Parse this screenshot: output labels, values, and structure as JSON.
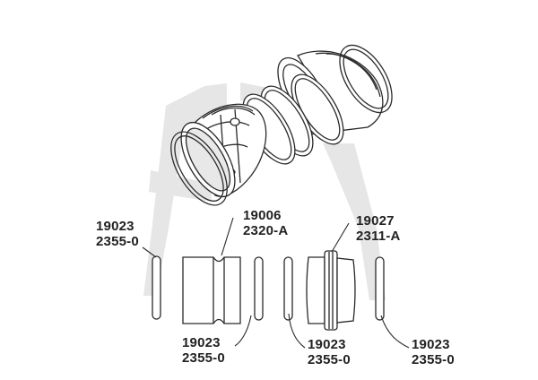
{
  "callouts": [
    {
      "id": "ring-left",
      "line1": "19023",
      "line2": "2355-0"
    },
    {
      "id": "sleeve",
      "line1": "19006",
      "line2": "2320-A"
    },
    {
      "id": "flanged-sleeve",
      "line1": "19027",
      "line2": "2311-A"
    },
    {
      "id": "ring-second",
      "line1": "19023",
      "line2": "2355-0"
    },
    {
      "id": "ring-third",
      "line1": "19023",
      "line2": "2355-0"
    },
    {
      "id": "ring-right",
      "line1": "19023",
      "line2": "2355-0"
    }
  ],
  "colors": {
    "line": "#2a2a2a",
    "watermark": "#e3e3e3",
    "shade": "#c8c8c8"
  }
}
